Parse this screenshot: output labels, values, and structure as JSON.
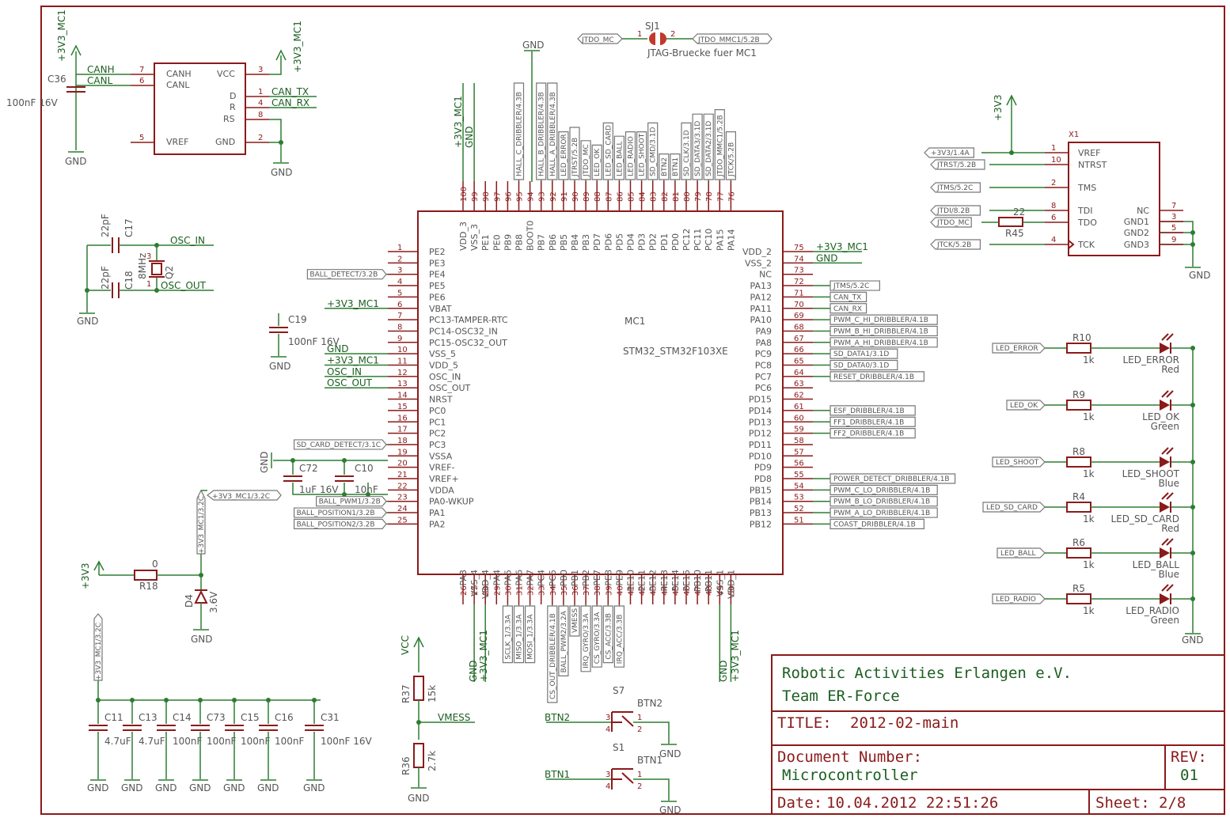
{
  "title_block": {
    "org": "Robotic Activities Erlangen e.V.",
    "team": "Team ER-Force",
    "title_label": "TITLE:",
    "title_value": "2012-02-main",
    "docnum_label": "Document Number:",
    "docnum_value": "Microcontroller",
    "rev_label": "REV:",
    "rev_value": "01",
    "date_label": "Date:",
    "date_value": "10.04.2012 22:51:26",
    "sheet_label": "Sheet:",
    "sheet_value": "2/8"
  },
  "mcu": {
    "ref": "MC1",
    "part": "STM32_STM32F103XE",
    "left_pins": [
      {
        "num": "1",
        "name": "PE2"
      },
      {
        "num": "2",
        "name": "PE3"
      },
      {
        "num": "3",
        "name": "PE4"
      },
      {
        "num": "4",
        "name": "PE5"
      },
      {
        "num": "5",
        "name": "PE6"
      },
      {
        "num": "6",
        "name": "VBAT"
      },
      {
        "num": "7",
        "name": "PC13-TAMPER-RTC"
      },
      {
        "num": "8",
        "name": "PC14-OSC32_IN"
      },
      {
        "num": "9",
        "name": "PC15-OSC32_OUT"
      },
      {
        "num": "10",
        "name": "VSS_5"
      },
      {
        "num": "11",
        "name": "VDD_5"
      },
      {
        "num": "12",
        "name": "OSC_IN"
      },
      {
        "num": "13",
        "name": "OSC_OUT"
      },
      {
        "num": "14",
        "name": "NRST"
      },
      {
        "num": "15",
        "name": "PC0"
      },
      {
        "num": "16",
        "name": "PC1"
      },
      {
        "num": "17",
        "name": "PC2"
      },
      {
        "num": "18",
        "name": "PC3"
      },
      {
        "num": "19",
        "name": "VSSA"
      },
      {
        "num": "20",
        "name": "VREF-"
      },
      {
        "num": "21",
        "name": "VREF+"
      },
      {
        "num": "22",
        "name": "VDDA"
      },
      {
        "num": "23",
        "name": "PA0-WKUP"
      },
      {
        "num": "24",
        "name": "PA1"
      },
      {
        "num": "25",
        "name": "PA2"
      }
    ],
    "right_pins": [
      {
        "num": "75",
        "name": "VDD_2"
      },
      {
        "num": "74",
        "name": "VSS_2"
      },
      {
        "num": "73",
        "name": "NC"
      },
      {
        "num": "72",
        "name": "PA13"
      },
      {
        "num": "71",
        "name": "PA12"
      },
      {
        "num": "70",
        "name": "PA11"
      },
      {
        "num": "69",
        "name": "PA10"
      },
      {
        "num": "68",
        "name": "PA9"
      },
      {
        "num": "67",
        "name": "PA8"
      },
      {
        "num": "66",
        "name": "PC9"
      },
      {
        "num": "65",
        "name": "PC8"
      },
      {
        "num": "64",
        "name": "PC7"
      },
      {
        "num": "63",
        "name": "PC6"
      },
      {
        "num": "62",
        "name": "PD15"
      },
      {
        "num": "61",
        "name": "PD14"
      },
      {
        "num": "60",
        "name": "PD13"
      },
      {
        "num": "59",
        "name": "PD12"
      },
      {
        "num": "58",
        "name": "PD11"
      },
      {
        "num": "57",
        "name": "PD10"
      },
      {
        "num": "56",
        "name": "PD9"
      },
      {
        "num": "55",
        "name": "PD8"
      },
      {
        "num": "54",
        "name": "PB15"
      },
      {
        "num": "53",
        "name": "PB14"
      },
      {
        "num": "52",
        "name": "PB13"
      },
      {
        "num": "51",
        "name": "PB12"
      }
    ],
    "top_pins": [
      {
        "num": "100",
        "name": "VDD_3"
      },
      {
        "num": "99",
        "name": "VSS_3"
      },
      {
        "num": "98",
        "name": "PE1"
      },
      {
        "num": "97",
        "name": "PE0"
      },
      {
        "num": "96",
        "name": "PB9"
      },
      {
        "num": "95",
        "name": "PB8"
      },
      {
        "num": "94",
        "name": "BOOT0"
      },
      {
        "num": "93",
        "name": "PB7"
      },
      {
        "num": "92",
        "name": "PB6"
      },
      {
        "num": "91",
        "name": "PB5"
      },
      {
        "num": "90",
        "name": "PB4"
      },
      {
        "num": "89",
        "name": "PB3"
      },
      {
        "num": "88",
        "name": "PD7"
      },
      {
        "num": "87",
        "name": "PD6"
      },
      {
        "num": "86",
        "name": "PD5"
      },
      {
        "num": "85",
        "name": "PD4"
      },
      {
        "num": "84",
        "name": "PD3"
      },
      {
        "num": "83",
        "name": "PD2"
      },
      {
        "num": "82",
        "name": "PD1"
      },
      {
        "num": "81",
        "name": "PD0"
      },
      {
        "num": "80",
        "name": "PC12"
      },
      {
        "num": "79",
        "name": "PC11"
      },
      {
        "num": "78",
        "name": "PC10"
      },
      {
        "num": "77",
        "name": "PA15"
      },
      {
        "num": "76",
        "name": "PA14"
      }
    ],
    "bottom_pins": [
      {
        "num": "26",
        "name": "PA3"
      },
      {
        "num": "27",
        "name": "VSS_4"
      },
      {
        "num": "28",
        "name": "VDD_4"
      },
      {
        "num": "29",
        "name": "PA4"
      },
      {
        "num": "30",
        "name": "PA5"
      },
      {
        "num": "31",
        "name": "PA6"
      },
      {
        "num": "32",
        "name": "PA7"
      },
      {
        "num": "33",
        "name": "PC4"
      },
      {
        "num": "34",
        "name": "PC5"
      },
      {
        "num": "35",
        "name": "PB0"
      },
      {
        "num": "36",
        "name": "PB1"
      },
      {
        "num": "37",
        "name": "PB2"
      },
      {
        "num": "38",
        "name": "PE7"
      },
      {
        "num": "39",
        "name": "PE8"
      },
      {
        "num": "40",
        "name": "PE9"
      },
      {
        "num": "41",
        "name": "PE10"
      },
      {
        "num": "42",
        "name": "PE11"
      },
      {
        "num": "43",
        "name": "PE12"
      },
      {
        "num": "44",
        "name": "PE13"
      },
      {
        "num": "45",
        "name": "PE14"
      },
      {
        "num": "46",
        "name": "PE15"
      },
      {
        "num": "47",
        "name": "PB10"
      },
      {
        "num": "48",
        "name": "PB11"
      },
      {
        "num": "49",
        "name": "VSS_1"
      },
      {
        "num": "50",
        "name": "VDD_1"
      }
    ]
  },
  "left_nets": [
    {
      "pin": "3",
      "text": "BALL_DETECT/3.2B",
      "flag": true
    },
    {
      "pin": "6",
      "text": "+3V3_MC1",
      "flag": false
    },
    {
      "pin": "10",
      "text": "GND",
      "flag": false
    },
    {
      "pin": "11",
      "text": "+3V3_MC1",
      "flag": false
    },
    {
      "pin": "12",
      "text": "OSC_IN",
      "flag": false
    },
    {
      "pin": "13",
      "text": "OSC_OUT",
      "flag": false
    },
    {
      "pin": "18",
      "text": "SD_CARD_DETECT/3.1C",
      "flag": true
    },
    {
      "pin": "23",
      "text": "BALL_PWM1/3.2B",
      "flag": true
    },
    {
      "pin": "24",
      "text": "BALL_POSITION1/3.2B",
      "flag": true
    },
    {
      "pin": "25",
      "text": "BALL_POSITION2/3.2B",
      "flag": true
    }
  ],
  "right_nets": [
    {
      "pin": "75",
      "text": "+3V3_MC1",
      "flag": false
    },
    {
      "pin": "74",
      "text": "GND",
      "flag": false
    },
    {
      "pin": "72",
      "text": "JTMS/5.2C",
      "flag": true
    },
    {
      "pin": "71",
      "text": "CAN_TX",
      "flag": true
    },
    {
      "pin": "70",
      "text": "CAN_RX",
      "flag": true
    },
    {
      "pin": "69",
      "text": "PWM_C_HI_DRIBBLER/4.1B",
      "flag": true
    },
    {
      "pin": "68",
      "text": "PWM_B_HI_DRIBBLER/4.1B",
      "flag": true
    },
    {
      "pin": "67",
      "text": "PWM_A_HI_DRIBBLER/4.1B",
      "flag": true
    },
    {
      "pin": "66",
      "text": "SD_DATA1/3.1D",
      "flag": true
    },
    {
      "pin": "65",
      "text": "SD_DATA0/3.1D",
      "flag": true
    },
    {
      "pin": "64",
      "text": "RESET_DRIBBLER/4.1B",
      "flag": true
    },
    {
      "pin": "61",
      "text": "ESF_DRIBBLER/4.1B",
      "flag": true
    },
    {
      "pin": "60",
      "text": "FF1_DRIBBLER/4.1B",
      "flag": true
    },
    {
      "pin": "59",
      "text": "FF2_DRIBBLER/4.1B",
      "flag": true
    },
    {
      "pin": "55",
      "text": "POWER_DETECT_DRIBBLER/4.1B",
      "flag": true
    },
    {
      "pin": "54",
      "text": "PWM_C_LO_DRIBBLER/4.1B",
      "flag": true
    },
    {
      "pin": "53",
      "text": "PWM_B_LO_DRIBBLER/4.1B",
      "flag": true
    },
    {
      "pin": "52",
      "text": "PWM_A_LO_DRIBBLER/4.1B",
      "flag": true
    },
    {
      "pin": "51",
      "text": "COAST_DRIBBLER/4.1B",
      "flag": true
    }
  ],
  "top_nets": [
    {
      "pin": "100",
      "text": "+3V3_MC1",
      "flag": false
    },
    {
      "pin": "99",
      "text": "GND",
      "flag": false
    },
    {
      "pin": "95",
      "text": "HALL_C_DRIBBLER/4.3B",
      "flag": true
    },
    {
      "pin": "93",
      "text": "HALL_B_DRIBBLER/4.3B",
      "flag": true
    },
    {
      "pin": "92",
      "text": "HALL_A_DRIBBLER/4.3B",
      "flag": true
    },
    {
      "pin": "91",
      "text": "LED_ERROR",
      "flag": true
    },
    {
      "pin": "90",
      "text": "JTRST/5.2B",
      "flag": true
    },
    {
      "pin": "89",
      "text": "JTDO_MC",
      "flag": true
    },
    {
      "pin": "88",
      "text": "LED_OK",
      "flag": true
    },
    {
      "pin": "87",
      "text": "LED_SD_CARD",
      "flag": true
    },
    {
      "pin": "86",
      "text": "LED_BALL",
      "flag": true
    },
    {
      "pin": "85",
      "text": "LED_RADIO",
      "flag": true
    },
    {
      "pin": "84",
      "text": "LED_SHOOT",
      "flag": true
    },
    {
      "pin": "83",
      "text": "SD_CMD/3.1D",
      "flag": true
    },
    {
      "pin": "82",
      "text": "BTN2",
      "flag": true
    },
    {
      "pin": "81",
      "text": "BTN1",
      "flag": true
    },
    {
      "pin": "80",
      "text": "SD_CLK/3.1D",
      "flag": true
    },
    {
      "pin": "79",
      "text": "SD_DATA3/3.1D",
      "flag": true
    },
    {
      "pin": "78",
      "text": "SD_DATA2/3.1D",
      "flag": true
    },
    {
      "pin": "77",
      "text": "JTDO_MMC1/5.2B",
      "flag": true
    },
    {
      "pin": "76",
      "text": "JTCK/5.2B",
      "flag": true
    }
  ],
  "bottom_nets": [
    {
      "pin": "30",
      "text": "SCLK_1/3.3A",
      "flag": true
    },
    {
      "pin": "31",
      "text": "MISO_1/3.3A",
      "flag": true
    },
    {
      "pin": "32",
      "text": "MOSI_1/3.3A",
      "flag": true
    },
    {
      "pin": "34",
      "text": "CS_OUT_DRIBBLER/4.1B",
      "flag": true
    },
    {
      "pin": "35",
      "text": "BALL_PWM2/3.2A",
      "flag": true
    },
    {
      "pin": "36",
      "text": "VMESS",
      "flag": true
    },
    {
      "pin": "37",
      "text": "IRQ_GYRO/3.3A",
      "flag": true
    },
    {
      "pin": "38",
      "text": "CS_GYRO/3.3A",
      "flag": true
    },
    {
      "pin": "39",
      "text": "CS_ACC/3.3B",
      "flag": true
    },
    {
      "pin": "40",
      "text": "IRQ_ACC/3.3B",
      "flag": true
    }
  ],
  "bottom_power": {
    "pin28": "+3V3_MC1",
    "pin27": "GND",
    "pin50": "+3V3_MC1",
    "pin49": "GND"
  },
  "top_gnd": "GND",
  "can": {
    "pins_left": [
      {
        "num": "7",
        "name": "CANH",
        "net": "CANH"
      },
      {
        "num": "6",
        "name": "CANL",
        "net": "CANL"
      },
      {
        "num": "5",
        "name": "VREF",
        "net": ""
      }
    ],
    "pins_right": [
      {
        "num": "3",
        "name": "VCC",
        "net": ""
      },
      {
        "num": "1",
        "name": "D",
        "net": "CAN_TX"
      },
      {
        "num": "4",
        "name": "R",
        "net": "CAN_RX"
      },
      {
        "num": "8",
        "name": "RS",
        "net": ""
      },
      {
        "num": "2",
        "name": "GND",
        "net": ""
      }
    ],
    "supply": "+3V3_MC1",
    "supply_vcc": "+3V3_MC1",
    "cap_ref": "C36",
    "cap_val": "100nF 16V",
    "gnd1": "GND",
    "gnd2": "GND"
  },
  "osc": {
    "c17": "C17",
    "c17v": "22pF",
    "c18": "C18",
    "c18v": "22pF",
    "q": "Q2",
    "qv": "8MHz",
    "qpin1": "1",
    "qpin3": "3",
    "net_in": "OSC_IN",
    "net_out": "OSC_OUT",
    "gnd": "GND"
  },
  "vbat": {
    "ref": "C19",
    "val": "100nF 16V",
    "gnd": "GND"
  },
  "vref": {
    "c72": "C72",
    "c72v": "1uF 16V",
    "c10": "C10",
    "c10v": "10nF",
    "gnd": "GND"
  },
  "zener": {
    "supply": "+3V3",
    "r": "R18",
    "rv": "0",
    "d": "D4",
    "dv": "3.6V",
    "gnd": "GND",
    "flag": "+3V3_MC1/3.2C",
    "flag_net": "+3V3_MC1/3.2C"
  },
  "decap": {
    "flag": "+3V3_MC1/3.2C",
    "caps": [
      {
        "ref": "C11",
        "val": "4.7uF"
      },
      {
        "ref": "C13",
        "val": "4.7uF"
      },
      {
        "ref": "C14",
        "val": "100nF"
      },
      {
        "ref": "C73",
        "val": "100nF"
      },
      {
        "ref": "C15",
        "val": "100nF"
      },
      {
        "ref": "C16",
        "val": "100nF"
      },
      {
        "ref": "C31",
        "val": "100nF 16V"
      }
    ],
    "gnd": "GND"
  },
  "vmess": {
    "vcc": "VCC",
    "r37": "R37",
    "r37v": "15k",
    "r36": "R36",
    "r36v": "2.7k",
    "net": "VMESS",
    "gnd": "GND"
  },
  "buttons": [
    {
      "ref": "S7",
      "name": "BTN2",
      "net": "BTN2",
      "p1": "1",
      "p2": "2",
      "p3": "3",
      "p4": "4",
      "gnd": "GND"
    },
    {
      "ref": "S1",
      "name": "BTN1",
      "net": "BTN1",
      "p1": "1",
      "p2": "2",
      "p3": "3",
      "p4": "4",
      "gnd": "GND"
    }
  ],
  "sj1": {
    "ref": "SJ1",
    "desc": "JTAG-Bruecke fuer MC1",
    "left": "JTDO_MC",
    "right": "JTDO_MMC1/5.2B",
    "p1": "1",
    "p2": "2"
  },
  "jtag": {
    "ref": "X1",
    "supply": "+3V3",
    "left_pins": [
      {
        "num": "1",
        "name": "VREF",
        "net": "+3V3/1.4A"
      },
      {
        "num": "10",
        "name": "NTRST",
        "net": "JTRST/5.2B"
      },
      {
        "num": "2",
        "name": "TMS",
        "net": "JTMS/5.2C"
      },
      {
        "num": "8",
        "name": "TDI",
        "net": "JTDI/8.2B"
      },
      {
        "num": "6",
        "name": "TDO",
        "net": "JTDO_MC"
      },
      {
        "num": "4",
        "name": "TCK",
        "net": "JTCK/5.2B"
      }
    ],
    "right_pins": [
      {
        "num": "7",
        "name": "NC"
      },
      {
        "num": "3",
        "name": "GND1"
      },
      {
        "num": "5",
        "name": "GND2"
      },
      {
        "num": "9",
        "name": "GND3"
      }
    ],
    "r45": "R45",
    "r45v": "22",
    "gnd": "GND"
  },
  "leds": [
    {
      "net": "LED_ERROR",
      "r": "R10",
      "rv": "1k",
      "led": "LED_ERROR",
      "color": "Red"
    },
    {
      "net": "LED_OK",
      "r": "R9",
      "rv": "1k",
      "led": "LED_OK",
      "color": "Green"
    },
    {
      "net": "LED_SHOOT",
      "r": "R8",
      "rv": "1k",
      "led": "LED_SHOOT",
      "color": "Blue"
    },
    {
      "net": "LED_SD_CARD",
      "r": "R4",
      "rv": "1k",
      "led": "LED_SD_CARD",
      "color": "Red"
    },
    {
      "net": "LED_BALL",
      "r": "R6",
      "rv": "1k",
      "led": "LED_BALL",
      "color": "Blue"
    },
    {
      "net": "LED_RADIO",
      "r": "R5",
      "rv": "1k",
      "led": "LED_RADIO",
      "color": "Green"
    }
  ],
  "led_gnd": "GND"
}
